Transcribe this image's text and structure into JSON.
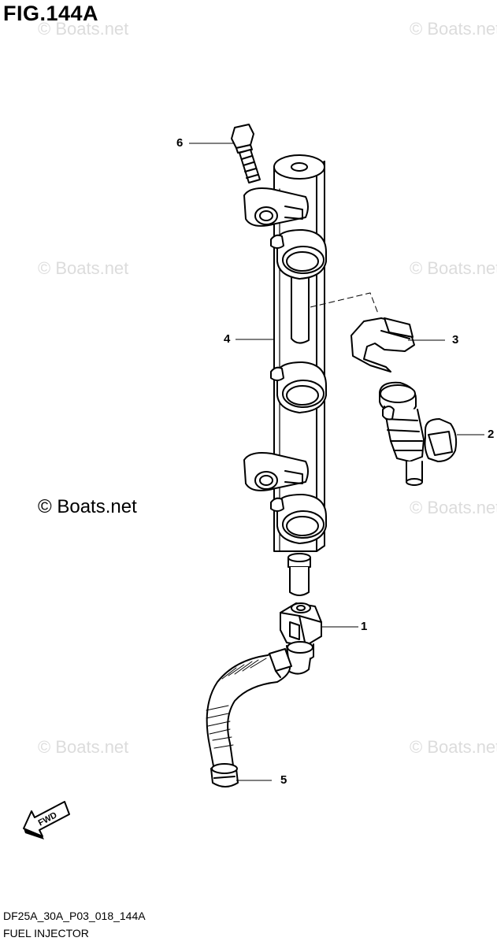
{
  "figure": {
    "title": "FIG.144A"
  },
  "watermark": {
    "small": "© Boats.net",
    "main": "© Boats.net"
  },
  "callouts": [
    {
      "id": "1",
      "label": "1"
    },
    {
      "id": "2",
      "label": "2"
    },
    {
      "id": "3",
      "label": "3"
    },
    {
      "id": "4",
      "label": "4"
    },
    {
      "id": "5",
      "label": "5"
    },
    {
      "id": "6",
      "label": "6"
    }
  ],
  "fwd_arrow": {
    "label": "FWD"
  },
  "footer": {
    "code": "DF25A_30A_P03_018_144A",
    "name": "FUEL INJECTOR"
  }
}
